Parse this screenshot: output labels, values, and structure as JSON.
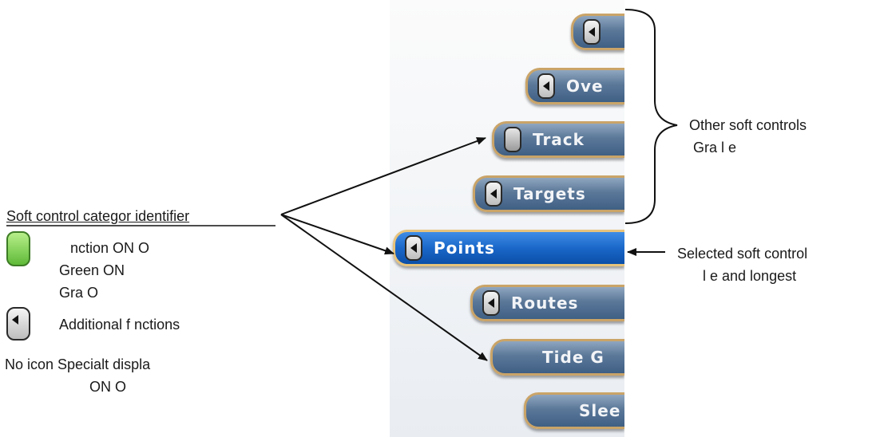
{
  "softkeys": [
    {
      "label": "",
      "icon": "arrow-icon",
      "selected": false
    },
    {
      "label": "Ove",
      "icon": "arrow-icon",
      "selected": false
    },
    {
      "label": "Track",
      "icon": "gray-indicator-icon",
      "selected": false
    },
    {
      "label": "Targets",
      "icon": "arrow-icon",
      "selected": false
    },
    {
      "label": "Points",
      "icon": "arrow-icon",
      "selected": true
    },
    {
      "label": "Routes",
      "icon": "arrow-icon",
      "selected": false
    },
    {
      "label": "Tide G",
      "icon": "",
      "selected": false
    },
    {
      "label": "Slee",
      "icon": "",
      "selected": false
    }
  ],
  "legend": {
    "heading": "Soft control categor   identifier",
    "green_line1": "nction ON O",
    "green_line2": "Green  ON",
    "green_line3": "Gra   O",
    "arrow_text": "Additional f  nctions",
    "noicon_line1": "No icon  Specialt  displa",
    "noicon_line2": "ON O"
  },
  "callouts": {
    "other_line1": "Other soft controls",
    "other_line2": "Gra     l  e",
    "selected_line1": "Selected soft control",
    "selected_line2": "l  e and longest"
  },
  "colors": {
    "key_blue": "#4a6a90",
    "key_selected": "#1a67c9",
    "key_border": "#caa468",
    "indicator_green": "#5fba38"
  }
}
